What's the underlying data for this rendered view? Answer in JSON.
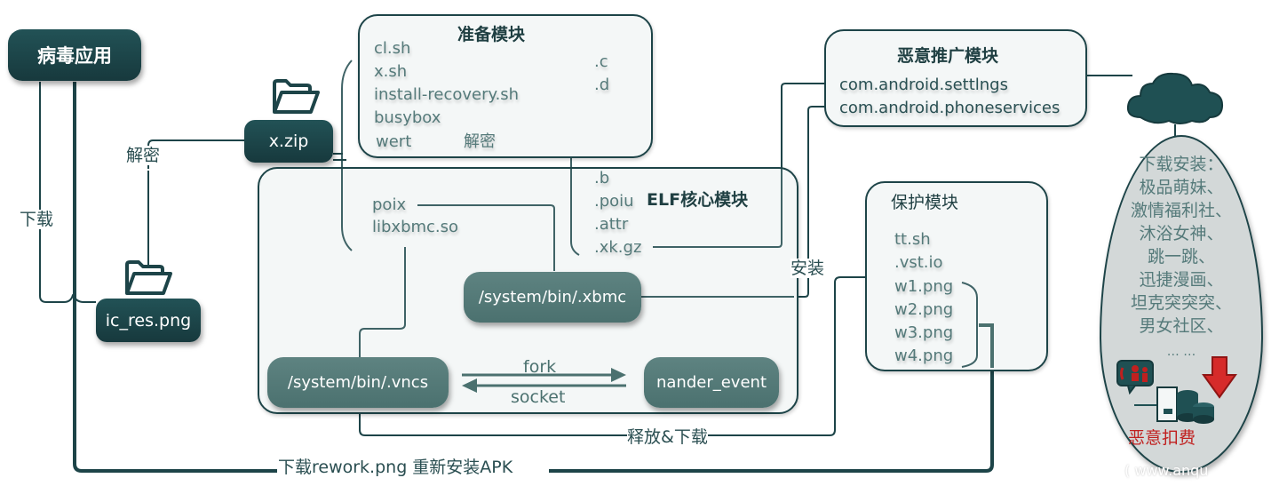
{
  "nodes": {
    "virus_app": "病毒应用",
    "x_zip": "x.zip",
    "ic_res": "ic_res.png",
    "xbmc": "/system/bin/.xbmc",
    "vncs": "/system/bin/.vncs",
    "nander": "nander_event"
  },
  "prep_module": {
    "title": "准备模块",
    "files": [
      "cl.sh",
      "x.sh",
      "install-recovery.sh",
      "busybox"
    ],
    "wert": "wert",
    "decrypt": "解密",
    "extracted_top": [
      ".c",
      ".d"
    ]
  },
  "elf_module": {
    "title": "ELF核心模块",
    "files": [
      "poix",
      "libxbmc.so"
    ],
    "extracted": [
      ".b",
      ".poiu",
      ".attr",
      ".xk.gz"
    ]
  },
  "promo_module": {
    "title": "恶意推广模块",
    "packages": [
      "com.android.settlngs",
      "com.android.phoneservices"
    ]
  },
  "protect_module": {
    "title": "保护模块",
    "files": [
      "tt.sh",
      ".vst.io",
      "w1.png",
      "w2.png",
      "w3.png",
      "w4.png"
    ]
  },
  "edge_labels": {
    "decrypt": "解密",
    "download": "下载",
    "install": "安装",
    "fork": "fork",
    "socket": "socket",
    "release_download": "释放&下载",
    "rework": "下载rework.png 重新安装APK"
  },
  "cloud_panel": {
    "heading": "下载安装：",
    "apps": [
      "极品萌妹、",
      "激情福利社、",
      "沐浴女神、",
      "跳一跳、",
      "迅捷漫画、",
      "坦克突突突、",
      "男女社区、"
    ],
    "ellipsis": "… …",
    "charge_label": "恶意扣费"
  },
  "watermark": "( www.anqu",
  "colors": {
    "dark_teal": "#1d4448",
    "mid_teal": "#557a7a",
    "red": "#c0201f"
  }
}
